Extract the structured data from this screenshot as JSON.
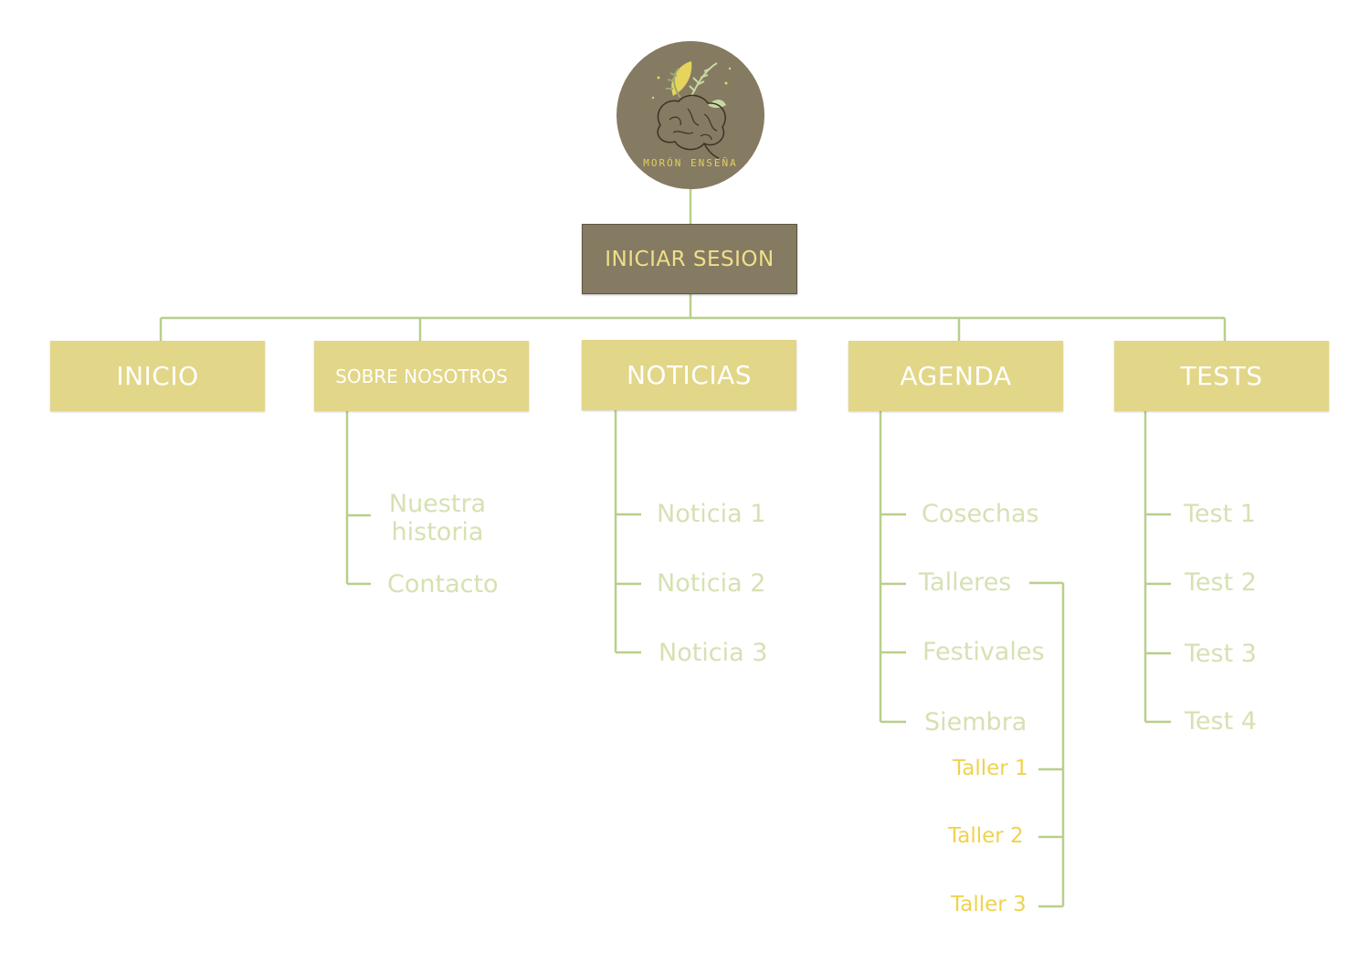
{
  "logo": {
    "text": "MORÓN ENSEÑA",
    "icon": "brain-plant-logo"
  },
  "root": {
    "label": "INICIAR SESION"
  },
  "categories": [
    {
      "label": "INICIO"
    },
    {
      "label": "SOBRE NOSOTROS",
      "children": [
        "Nuestra historia",
        "Contacto"
      ]
    },
    {
      "label": "NOTICIAS",
      "children": [
        "Noticia 1",
        "Noticia 2",
        "Noticia 3"
      ]
    },
    {
      "label": "AGENDA",
      "children": [
        "Cosechas",
        "Talleres",
        "Festivales",
        "Siembra"
      ],
      "talleres": [
        "Taller 1",
        "Taller 2",
        "Taller 3"
      ]
    },
    {
      "label": "TESTS",
      "children": [
        "Test 1",
        "Test 2",
        "Test 3",
        "Test 4"
      ]
    }
  ],
  "colors": {
    "connector": "#b8cf8a",
    "root_fill": "#857a62",
    "category_fill": "#e2d688",
    "sub_text": "#d6e1b3",
    "taller_text": "#f0d24e"
  }
}
